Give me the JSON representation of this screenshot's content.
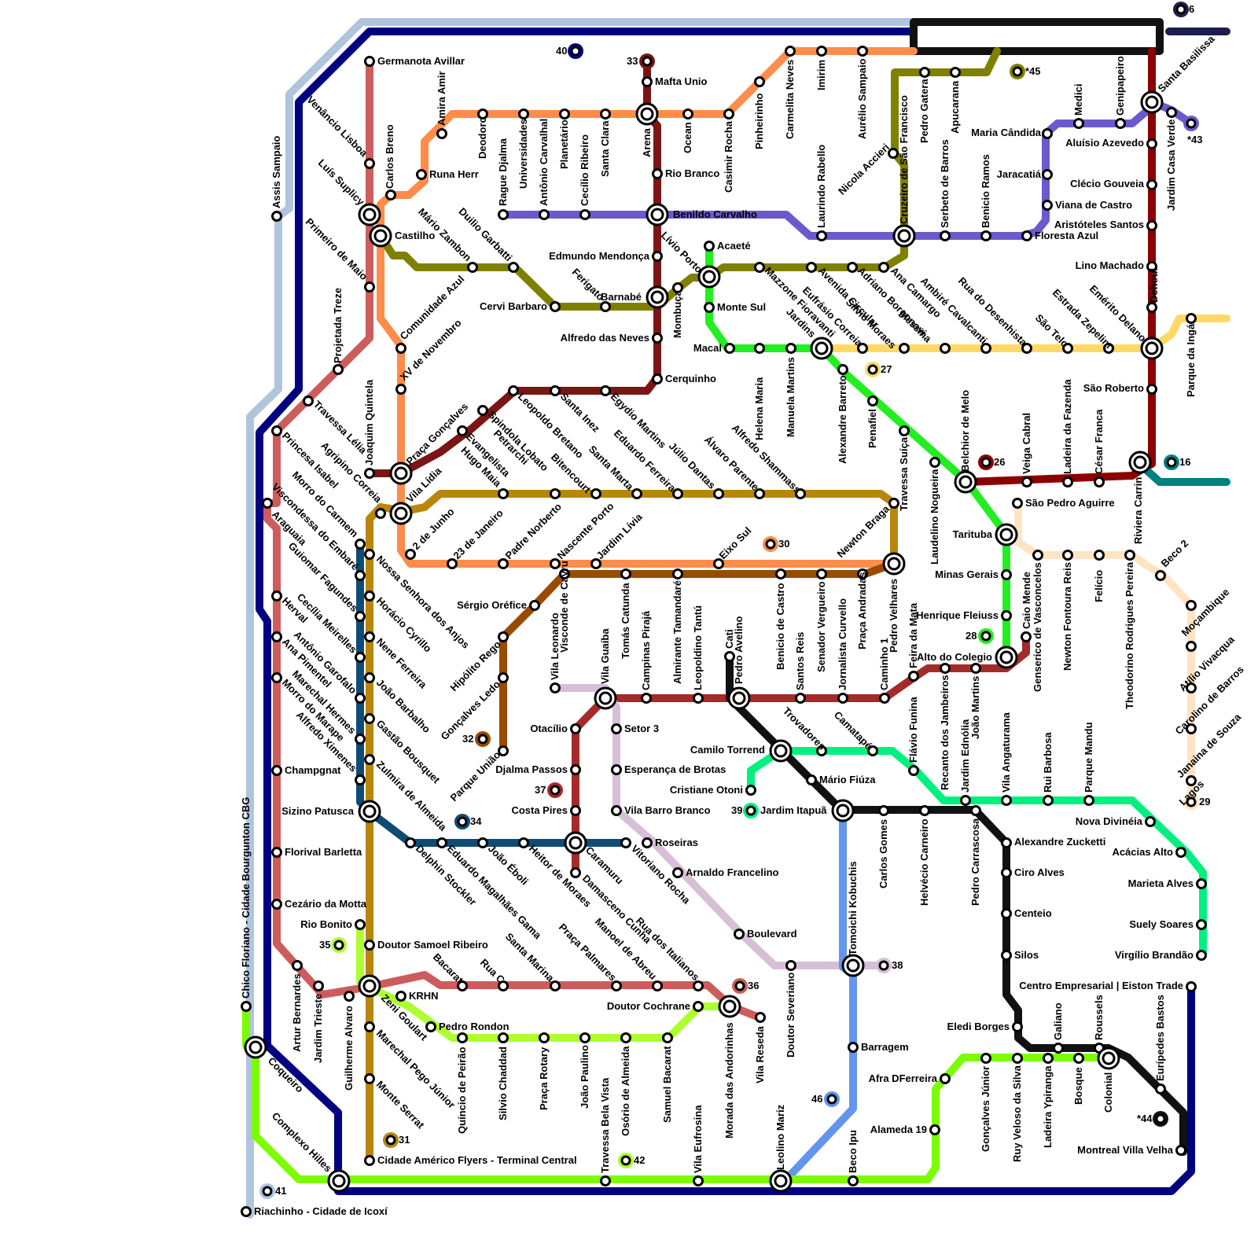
{
  "colors": {
    "light_blue": "#b0c4de",
    "navy": "#000080",
    "black": "#111111",
    "orange": "#ff8c4a",
    "dark_red": "#7b1515",
    "olive": "#808000",
    "purple": "#6a5acd",
    "green": "#22ee22",
    "yellow": "#ffd966",
    "maroon": "#8b0000",
    "salmon": "#cd5c5c",
    "brown": "#994c00",
    "gold": "#b8860b",
    "peach": "#ffe4c4",
    "teal_blue": "#0f4c75",
    "crimson": "#a52a2a",
    "lilac": "#d8bfd8",
    "mint": "#00f080",
    "lime": "#7cfc00",
    "yellow_green": "#adff2f",
    "cornflower": "#6495ed",
    "teal": "#008080"
  },
  "stations": {
    "germanota": "Germanota Avillar",
    "venancio": "Venâncio Lisboa",
    "carlos_breno": "Carlos Breno",
    "luis_suplicy": "Luís Suplicy",
    "castilho": "Castilho",
    "primeiro_maio": "Primeiro de Maio",
    "projetada": "Projetada Treze",
    "assis": "Assis Sampaio",
    "amira": "Amira Amir",
    "runa": "Runa Herr",
    "deodoro": "Deodoro",
    "universidades": "Universidades",
    "planetario": "Planetário",
    "santa_clara": "Santa Clara",
    "rague": "Rague Djalma",
    "antonio_carvalhal": "Antônio Carvalhal",
    "cecilio": "Cecílio Ribeiro",
    "arena": "Arena",
    "mafta": "Mafta Unio",
    "rio_branco": "Rio Branco",
    "ocean": "Ocean",
    "casimir": "Casimir Rocha",
    "pinheirinho": "Pinheirinho",
    "carmelita": "Carmelita Neves",
    "imirim": "Imirim",
    "aurelio": "Aurélio Sampaio",
    "benildo": "Benildo Carvalho",
    "laurindo": "Laurindo Rabello",
    "nicola": "Nicola Accieri",
    "cruzeiro": "Cruzeiro de São Francisco",
    "pedro_gatera": "Pedro Gatera",
    "apucarana": "Apucarana",
    "serbeto": "Serbeto de Barros",
    "benicio_ramos": "Benicio Ramos",
    "floresta": "Floresta Azul",
    "maria_candida": "Maria Cândida",
    "medici": "Medici",
    "genipapeiro": "Genipapeiro",
    "jaracatia": "Jaracatiá",
    "viana": "Viana de Castro",
    "santa_basilissa": "Santa Basilissa",
    "aluisio": "Aluísio Azevedo",
    "jardim_casa_verde": "Jardim Casa Verde",
    "cleo": "Clécio Gouveia",
    "aristoteles": "Aristóteles Santos",
    "lino": "Lino Machado",
    "dehoul": "Dehoul",
    "sao_roberto": "São Roberto",
    "parque_inga": "Parque da Ingá",
    "mario_zambon": "Mário Zambon",
    "duilio": "Duilio Garbatti",
    "cervi": "Cervi Barbaro",
    "edmundo": "Edmundo Mendonça",
    "ferigato": "Ferigato",
    "barnabe": "Barnabé",
    "livio": "Lívio Porto",
    "mombuca": "Mombuça",
    "alfredo_neves": "Alfredo das Neves",
    "cerquinho": "Cerquinho",
    "acaete": "Acaeté",
    "monte_sul": "Monte Sul",
    "macal": "Macal",
    "mazzone": "Mazzone Fioravanti",
    "avenida_circular": "Avenida Circular",
    "adriano": "Adriano Borgonovi",
    "ana_camargo": "Ana Camargo",
    "helena": "Helena Maria",
    "manuela": "Manuela Martins",
    "jardins": "Jardins",
    "eufrasio": "Eufrásio Correia",
    "silvio_moraes": "Silvio Moraes",
    "messina": "Messina",
    "ambire": "Ambiré Cavalcanti",
    "rua_desenhista": "Rua do Desenhista",
    "sao_telo": "São Telo",
    "estrada_zepelim": "Estrada Zepelim",
    "emerito": "Emérito Delano",
    "alexandre_barreto": "Alexandre Barreto",
    "penafiel": "Penafiel",
    "travessa_suica": "Travessa Suíça",
    "laudelino": "Laudelino Nogueira",
    "belchior": "Belchior de Melo",
    "veiga": "Veiga Cabral",
    "ladeira_fazenda": "Ladeira da Fazenda",
    "cesar_franca": "César Franca",
    "riviera": "Riviera Carrin",
    "sao_pedro_aguirre": "São Pedro Aguirre",
    "tarituba": "Tarituba",
    "minas": "Minas Gerais",
    "henrique": "Henrique Fleiuss",
    "alto_colegio": "Alto do Colegio",
    "caio_mende": "Caio Mende",
    "genserico": "Genserico de Vasconcelos",
    "newton_fontoura": "Newton Fontoura Reis",
    "felicio": "Felício",
    "theodorino": "Theodorino Rodrigues Pereira",
    "beco2": "Beco 2",
    "mocambique": "Moçambique",
    "atilio": "Atílio Vivacqua",
    "carolino": "Carolino de Barros",
    "janaina": "Janaina de Souza",
    "lagos": "Lagos",
    "travessa_lelia": "Travessa Lélia",
    "joaquim": "Joaquim Quintela",
    "comunidade": "Comunidade Azul",
    "xv": "XV de Novembro",
    "praca_goncalves": "Praça Gonçalves",
    "vila_lidia": "Vila Lídia",
    "agripino": "Agripino Correia",
    "princesa": "Princesa Isabel",
    "visconde_embare": "Viscondessa do Embaré",
    "araguaia": "Araguaia",
    "morro_carmem": "Morro do Carmem",
    "evangelista": "Evangelista",
    "hugo_maia": "Hugo Maia",
    "spindola": "Spindola Lobato",
    "petrarchi": "Petrarchi",
    "bitencourt": "Bitencourt",
    "leopoldo": "Leopoldo Bretano",
    "santa_inez": "Santa Inez",
    "santa_marta": "Santa Marta",
    "egydio": "Egydio Martins",
    "eduardo_ferreira": "Eduardo Ferreira",
    "julio": "Júlio Dantas",
    "alvaro": "Álvaro Parente",
    "alfredo_sh": "Alfredo Shammass",
    "dois_junho": "2 de Junho",
    "23_janeiro": "23 de Janeiro",
    "padre_norberto": "Padre  Norberto",
    "nascente": "Nascente Porto",
    "jardim_livia": "Jardim Lívia",
    "eixo_sul": "Eixo Sul",
    "newton_braga": "Newton Braga",
    "pedro_velhares": "Pedro Velhares",
    "nossa_senhora": "Nossa Senhora dos Anjos",
    "horacio": "Horácio Cyrillo",
    "nene": "Nene Ferreira",
    "joao_barbalho": "João Barbalho",
    "gastao": "Gastão Bousquet",
    "zulmira": "Zulmira de Almeida",
    "guiomar": "Guiomar Fagundes",
    "cecilia": "Cecília Meirelles",
    "antonio_garofalo": "Antônio Garofalo",
    "marechal": "Marechal Hermes",
    "alfredo_ximenes": "Alfredo Ximenes",
    "herval": "Herval",
    "ana_pimentel": "Ana Pimentel",
    "morro_marape": "Morro do Marape",
    "champgnat": "Champgnat",
    "sizino": "Sizino Patusca",
    "florival": "Florival Barletta",
    "cezario": "Cezário da Motta",
    "rio_bonito": "Rio Bonito",
    "doutor_samoel": "Doutor Samoel Ribeiro",
    "sergio": "Sérgio Oréfice",
    "hipolito": "Hipólito Rego",
    "goncalves_ledo": "Gonçalves Ledo",
    "parque_uniao": "Parque União",
    "vila_leonardo": "Vila Leonardo",
    "visconde_cayru": "Visconde de Cayru",
    "tomas": "Tomás Catunda",
    "almirante": "Almirante Tamandaré",
    "benicio_castro": "Benicio de Castro",
    "senador": "Senador Vergueiro",
    "praca_andradas": "Praça Andradas",
    "vila_guaiba": "Vila Guaíba",
    "campinas": "Campinas Pirajá",
    "leopoldino": "Leopoldino Tantú",
    "cati": "Cati",
    "pedro_avelino": "Pedro Avelino",
    "santos_reis": "Santos Reis",
    "jornalista": "Jornalista Curvello",
    "caminho1": "Caminho 1",
    "feira_mata": "Feira da Mata",
    "flavio": "Flávio Funina",
    "recanto": "Recanto dos Jambeiros",
    "jardim_ednolia": "Jardim Ednólia",
    "joao_martins": "João Martins",
    "otacilio": "Otacílio",
    "djalma_passos": "Djalma Passos",
    "costa_pires": "Costa Pires",
    "setor3": "Setor 3",
    "esperanca": "Esperança de Brotas",
    "vila_barro": "Vila Barro Branco",
    "camilo": "Camilo Torrend",
    "trovadores": "Trovadores",
    "camatape": "Camatapé",
    "cristiane": "Cristiane Otoni",
    "jardim_itapua": "Jardim Itapuã",
    "mario_fiuza": "Mário Fiúza",
    "carlos_gomes": "Carlos Gomes",
    "helvecio": "Helvécio Carneiro",
    "pedro_carrascosa": "Pedro Carrascosa",
    "vila_angaturama": "Vila Angaturama",
    "rui_barbosa": "Rui Barbosa",
    "parque_mandu": "Parque Mandu",
    "nova_divineia": "Nova Divinéia",
    "acacias": "Acácias Alto",
    "marieta": "Marieta Alves",
    "suely": "Suely Soares",
    "virgilio": "Virgílio Brandão",
    "centro_empresarial": "Centro Empresarial | Eiston Trade",
    "alexandre_zucketti": "Alexandre Zucketti",
    "ciro": "Ciro Alves",
    "centeio": "Centeio",
    "silos": "Silos",
    "eledi": "Eledi Borges",
    "galiano": "Galiano",
    "roussels": "Roussels",
    "colonial": "Colonial",
    "euripedes": "Eurípedes Bastos",
    "montreal": "Montreal Villa Velha",
    "afra": "Afra DFerreira",
    "alameda19": "Alameda 19",
    "goncalves_junior": "Gonçalves Júnior",
    "ruy_veloso": "Ruy Veloso da Silva",
    "ladeira_ypiranga": "Ladeira Ypiranga",
    "bosque": "Bosque",
    "delphin": "Delphin Stockler",
    "eduardo_magalhaes": "Eduardo Magalhães Gama",
    "joao_eboli": "João Éboli",
    "heitor": "Heitor de Moraes",
    "caramuru": "Caramuru",
    "damasceno": "Damasceno Cunha",
    "vitoriano": "Vitoriano Rocha",
    "roseiras": "Roseiras",
    "arnaldo": "Arnaldo Francelino",
    "boulevard": "Boulevard",
    "doutor_severiano": "Doutor Severiano",
    "tomoichi": "Tomoichi Kobuchis",
    "barragem": "Barragem",
    "beco_ipu": "Beco Ipu",
    "leolino": "Leolino Mariz",
    "bacarat": "Bacarat",
    "rua_c": "Rua C",
    "santa_marina": "Santa Marina",
    "praca_palmares": "Praça Palmares",
    "manoel": "Manoel de Abreu",
    "rua_italianos": "Rua dos Italianos",
    "doutor_cochrane": "Doutor Cochrane",
    "morada": "Morada das Andorinhas",
    "vila_reseda": "Vila Reseda",
    "krhn": "KRHN",
    "zeni": "Zeni Goulart",
    "pedro_rondon": "Pedro Rondon",
    "marechal_pego": "Marechal Pego Júnior",
    "monte_serrat": "Monte Serrat",
    "cidade_americo": "Cidade Américo Flyers - Terminal Central",
    "quincio": "Quíncio de Peirão",
    "silvio_chaddad": "Silvio Chaddad",
    "praca_rotary": "Praça Rotary",
    "joao_paulino": "João Paulino",
    "osorio": "Osório de Almeida",
    "samuel": "Samuel Bacarat",
    "travessa_bela": "Travessa Bela Vista",
    "vila_eufrosina": "Vila Eufrosina",
    "artur": "Artur Bernardes",
    "jardim_trieste": "Jardim Trieste",
    "guilherme": "Guilherme Alvaro",
    "coqueiro": "Coqueiro",
    "complexo": "Complexo Hilles",
    "chico": "Chico Floriano - Cidade Bourgunton CBG",
    "riachinho": "Riachinho - Cidade de Icoxí"
  },
  "markers": {
    "m6": "6",
    "m40": "40",
    "m33": "33",
    "m45": "*45",
    "m43": "*43",
    "m27": "27",
    "m26": "26",
    "m16": "16",
    "m30": "30",
    "m28": "28",
    "m29": "29",
    "m32": "32",
    "m37": "37",
    "m34": "34",
    "m39": "39",
    "m35": "35",
    "m36": "36",
    "m38": "38",
    "m46": "46",
    "m44": "*44",
    "m31": "31",
    "m42": "42",
    "m41": "41"
  }
}
